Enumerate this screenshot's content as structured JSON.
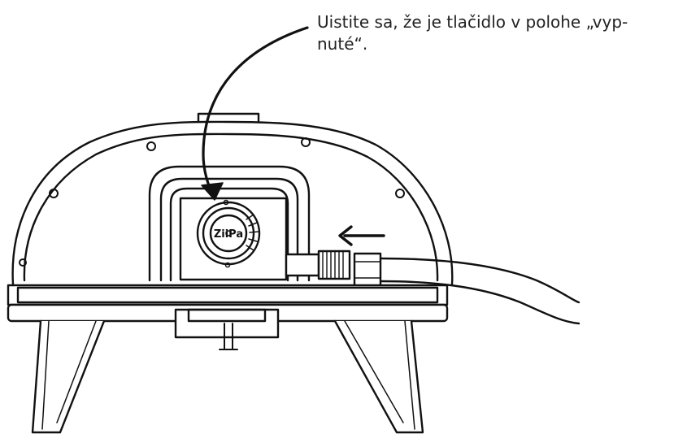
{
  "instruction": {
    "line1": "Uistite sa, že je tlačidlo v polohe „vyp-",
    "line2": "nuté“."
  },
  "knob": {
    "brand": "ZiiPa"
  },
  "colors": {
    "line": "#111111",
    "background": "#ffffff",
    "text": "#222222"
  }
}
